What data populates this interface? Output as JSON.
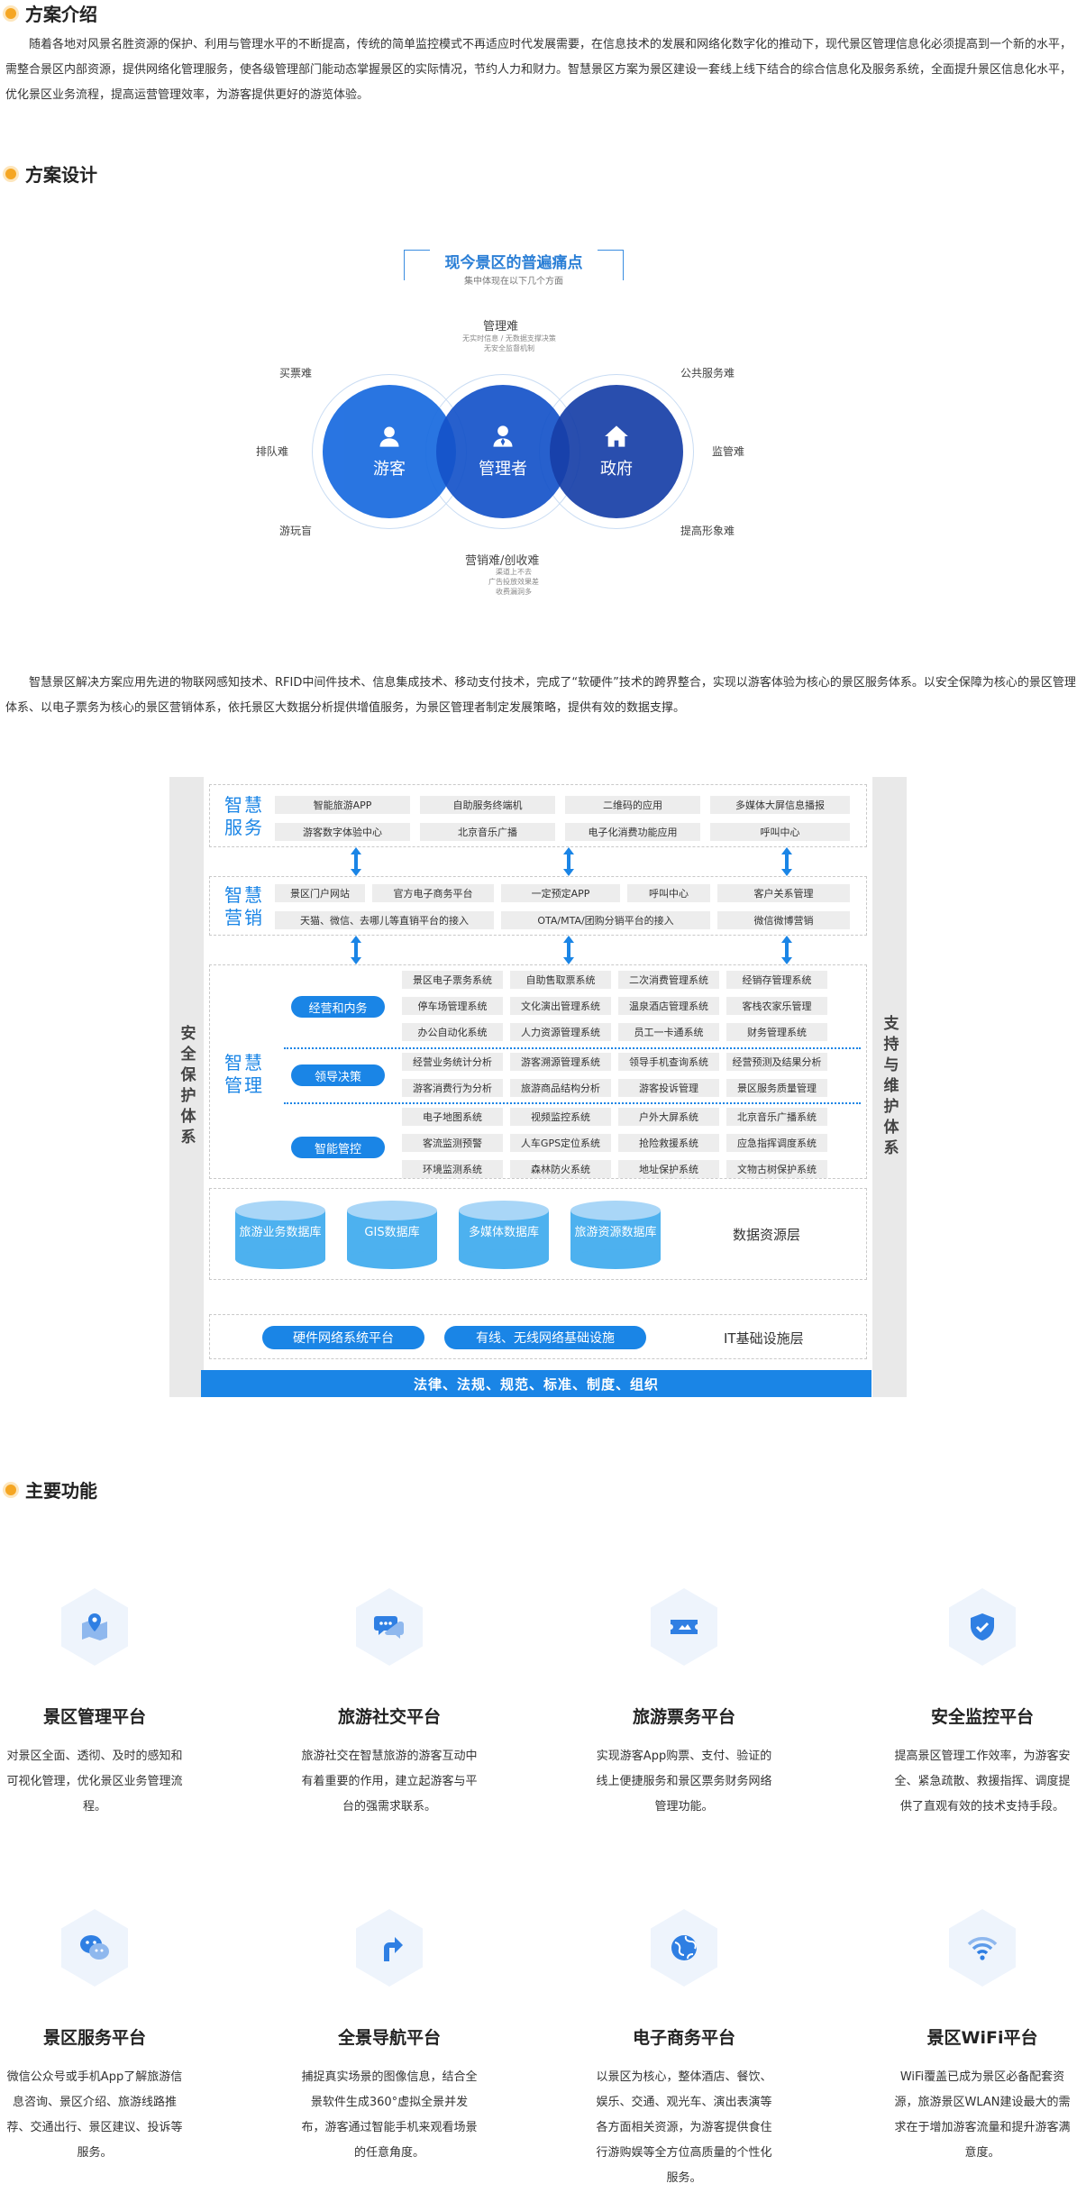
{
  "section1": {
    "title": "方案介绍",
    "paragraph": "随着各地对风景名胜资源的保护、利用与管理水平的不断提高，传统的简单监控模式不再适应时代发展需要，在信息技术的发展和网络化数字化的推动下，现代景区管理信息化必须提高到一个新的水平，需整合景区内部资源，提供网络化管理服务，使各级管理部门能动态掌握景区的实际情况，节约人力和财力。智慧景区方案为景区建设一套线上线下结合的综合信息化及服务系统，全面提升景区信息化水平，优化景区业务流程，提高运营管理效率，为游客提供更好的游览体验。"
  },
  "section2": {
    "title": "方案设计",
    "paragraph": "智慧景区解决方案应用先进的物联网感知技术、RFID中间件技术、信息集成技术、移动支付技术，完成了“软硬件”技术的跨界整合，实现以游客体验为核心的景区服务体系。以安全保障为核心的景区管理体系、以电子票务为核心的景区营销体系，依托景区大数据分析提供增值服务，为景区管理者制定发展策略，提供有效的数据支撑。"
  },
  "pain": {
    "title": "现今景区的普遍痛点",
    "subtitle": "集中体现在以下几个方面",
    "top_label": "管理难",
    "top_small": [
      "无实时信息 / 无数据支撑决策",
      "无安全监督机制"
    ],
    "bottom_label": "营销难/创收难",
    "bottom_small": [
      "渠道上不去",
      "广告投放效果差",
      "收费漏洞多"
    ],
    "left_labels": [
      "买票难",
      "排队难",
      "游玩盲"
    ],
    "right_labels": [
      "公共服务难",
      "监管难",
      "提高形象难"
    ],
    "circles": [
      {
        "label": "游客",
        "icon": "user-icon",
        "color": "#1e6ee0"
      },
      {
        "label": "管理者",
        "icon": "manager-icon",
        "color": "#1553c9"
      },
      {
        "label": "政府",
        "icon": "home-icon",
        "color": "#173fa8"
      }
    ]
  },
  "arch": {
    "left_side": "安全保护体系",
    "right_side": "支持与维护体系",
    "service": {
      "label": "智慧服务",
      "row1": [
        "智能旅游APP",
        "自助服务终端机",
        "二维码的应用",
        "多媒体大屏信息播报"
      ],
      "row2": [
        "游客数字体验中心",
        "北京音乐广播",
        "电子化消费功能应用",
        "呼叫中心"
      ]
    },
    "marketing": {
      "label": "智慧营销",
      "row1": [
        "景区门户网站",
        "官方电子商务平台",
        "一定预定APP",
        "呼叫中心",
        "客户关系管理"
      ],
      "row2": [
        "天猫、微信、去哪儿等直销平台的接入",
        "OTA/MTA/团购分销平台的接入",
        "微信微博营销"
      ]
    },
    "management": {
      "label": "智慧管理",
      "groups": [
        {
          "name": "经营和内务",
          "rows": [
            [
              "景区电子票务系统",
              "自助售取票系统",
              "二次消费管理系统",
              "经销存管理系统"
            ],
            [
              "停车场管理系统",
              "文化演出管理系统",
              "温泉酒店管理系统",
              "客栈农家乐管理"
            ],
            [
              "办公自动化系统",
              "人力资源管理系统",
              "员工一卡通系统",
              "财务管理系统"
            ]
          ]
        },
        {
          "name": "领导决策",
          "rows": [
            [
              "经营业务统计分析",
              "游客溯源管理系统",
              "领导手机查询系统",
              "经营预测及结果分析"
            ],
            [
              "游客消费行为分析",
              "旅游商品结构分析",
              "游客投诉管理",
              "景区服务质量管理"
            ]
          ]
        },
        {
          "name": "智能管控",
          "rows": [
            [
              "电子地图系统",
              "视频监控系统",
              "户外大屏系统",
              "北京音乐广播系统"
            ],
            [
              "客流监测预警",
              "人车GPS定位系统",
              "抢险救援系统",
              "应急指挥调度系统"
            ],
            [
              "环境监测系统",
              "森林防火系统",
              "地址保护系统",
              "文物古树保护系统"
            ]
          ]
        }
      ]
    },
    "databases": [
      "旅游业务数据库",
      "GIS数据库",
      "多媒体数据库",
      "旅游资源数据库"
    ],
    "db_layer": "数据资源层",
    "infra": [
      "硬件网络系统平台",
      "有线、无线网络基础设施"
    ],
    "infra_layer": "IT基础设施层",
    "law": "法律、法规、规范、标准、制度、组织"
  },
  "section3": {
    "title": "主要功能",
    "features": [
      {
        "title": "景区管理平台",
        "icon": "map-pin-icon",
        "desc": "对景区全面、透彻、及时的感知和可视化管理，优化景区业务管理流程。"
      },
      {
        "title": "旅游社交平台",
        "icon": "chat-icon",
        "desc": "旅游社交在智慧旅游的游客互动中有着重要的作用，建立起游客与平台的强需求联系。"
      },
      {
        "title": "旅游票务平台",
        "icon": "ticket-icon",
        "desc": "实现游客App购票、支付、验证的线上便捷服务和景区票务财务网络管理功能。"
      },
      {
        "title": "安全监控平台",
        "icon": "shield-icon",
        "desc": "提高景区管理工作效率，为游客安全、紧急疏散、救援指挥、调度提供了直观有效的技术支持手段。"
      },
      {
        "title": "景区服务平台",
        "icon": "wechat-icon",
        "desc": "微信公众号或手机App了解旅游信息咨询、景区介绍、旅游线路推荐、交通出行、景区建议、投诉等服务。"
      },
      {
        "title": "全景导航平台",
        "icon": "turn-arrow-icon",
        "desc": "捕捉真实场景的图像信息，结合全景软件生成360°虚拟全景并发布，游客通过智能手机来观看场景的任意角度。"
      },
      {
        "title": "电子商务平台",
        "icon": "globe-icon",
        "desc": "以景区为核心，整体酒店、餐饮、娱乐、交通、观光车、演出表演等各方面相关资源，为游客提供食住行游购娱等全方位高质量的个性化服务。"
      },
      {
        "title": "景区WiFi平台",
        "icon": "wifi-icon",
        "desc": "WiFi覆盖已成为景区必备配套资源，旅游景区WLAN建设最大的需求在于增加游客流量和提升游客满意度。"
      }
    ]
  }
}
